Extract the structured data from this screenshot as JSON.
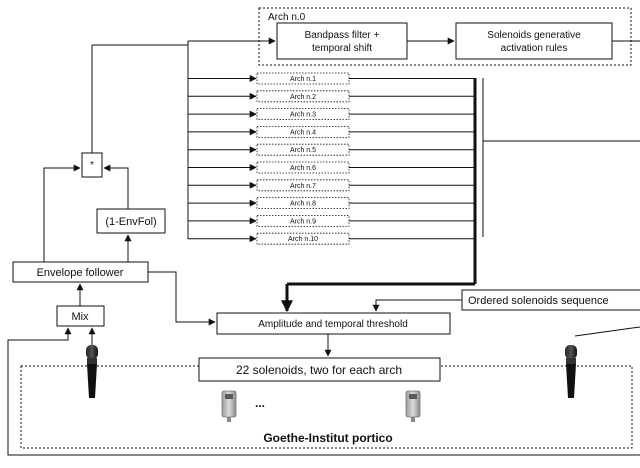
{
  "arch0": {
    "title": "Arch n.0",
    "bandpass_line1": "Bandpass filter +",
    "bandpass_line2": "temporal shift",
    "solenoid_rules_line1": "Solenoids generative",
    "solenoid_rules_line2": "activation rules"
  },
  "arches": [
    "Arch n.1",
    "Arch n.2",
    "Arch n.3",
    "Arch n.4",
    "Arch n.5",
    "Arch n.6",
    "Arch n.7",
    "Arch n.8",
    "Arch n.9",
    "Arch n.10"
  ],
  "multiply_symbol": "*",
  "inverse_envfol": "(1-EnvFol)",
  "envelope_follower": "Envelope follower",
  "mix": "Mix",
  "threshold": "Amplitude and temporal threshold",
  "ordered_sequence": "Ordered solenoids sequence",
  "solenoids": "22 solenoids, two for each arch",
  "ellipsis": "...",
  "portico": "Goethe-Institut portico"
}
